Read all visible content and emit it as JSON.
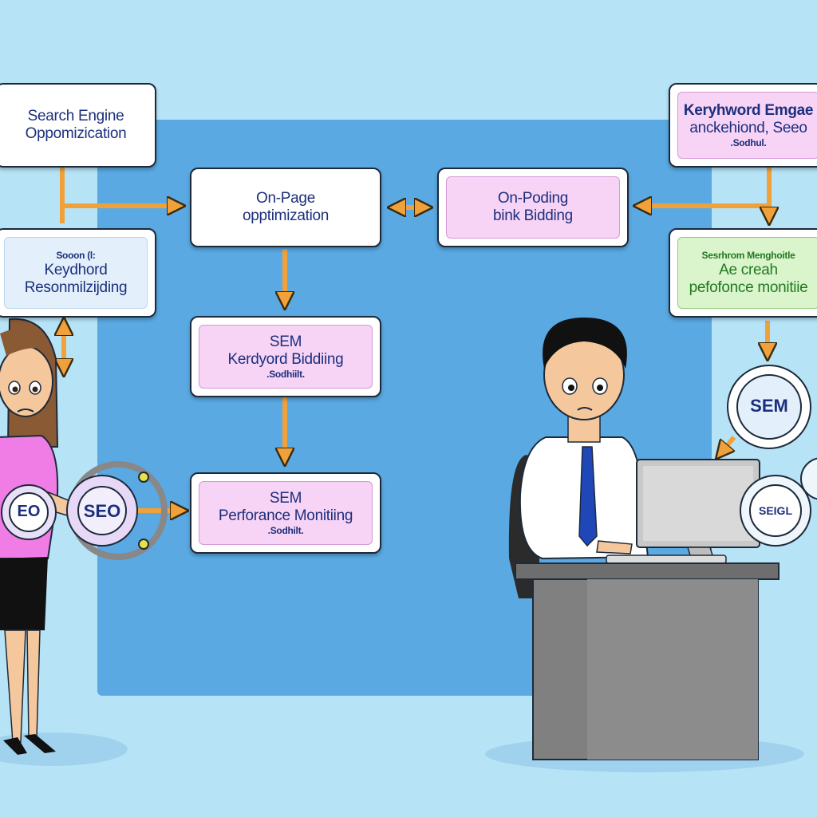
{
  "nodes": {
    "seo_main": {
      "line1": "Search Engine",
      "line2": "Oppomizication"
    },
    "keyword_research": {
      "line1": "Sooon (l:",
      "line2": "Keydhord",
      "line3": "Resonmilzijding"
    },
    "onpage": {
      "line1": "On-Page",
      "line2": "opptimization"
    },
    "onpading": {
      "line1": "On-Poding",
      "line2": "bink Bidding"
    },
    "keyword_engage": {
      "line1": "Keryhword Emgae",
      "line2": "anckehiond, Seeo",
      "line3": ".Sodhul."
    },
    "perf_management": {
      "line1": "Sesrhrom Menghoitle",
      "line2": "Ae creah",
      "line3": "pefofonce monitiie"
    },
    "sem_bidding": {
      "line1": "SEM",
      "line2": "Kerdyord Biddiing",
      "line3": ".Sodhiilt."
    },
    "sem_perf": {
      "line1": "SEM",
      "line2": "Perforance Monitiing",
      "line3": ".Sodhilt."
    }
  },
  "gears": {
    "left_small": "EO",
    "left_big": "SEO",
    "right_top": "SEM",
    "right_bottom": "SEIGL"
  },
  "colors": {
    "background": "#b7e3f7",
    "panel": "#5aa9e2",
    "arrow": "#f0a13a",
    "node_border": "#1d2a3a",
    "pink_fill": "#f7d3f6",
    "green_fill": "#daf4cc",
    "light_blue_fill": "#e3f0fc",
    "text_blue": "#1c2f7c",
    "text_green": "#217a1f"
  },
  "figures": [
    "woman-in-pink-shirt",
    "man-at-computer-desk"
  ]
}
